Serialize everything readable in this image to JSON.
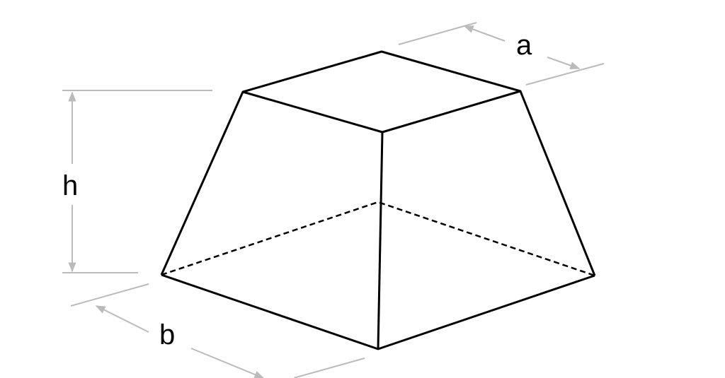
{
  "labels": {
    "a": "a",
    "b": "b",
    "h": "h"
  },
  "colors": {
    "edges": "#000000",
    "dimension_lines": "#bbbbbb"
  }
}
